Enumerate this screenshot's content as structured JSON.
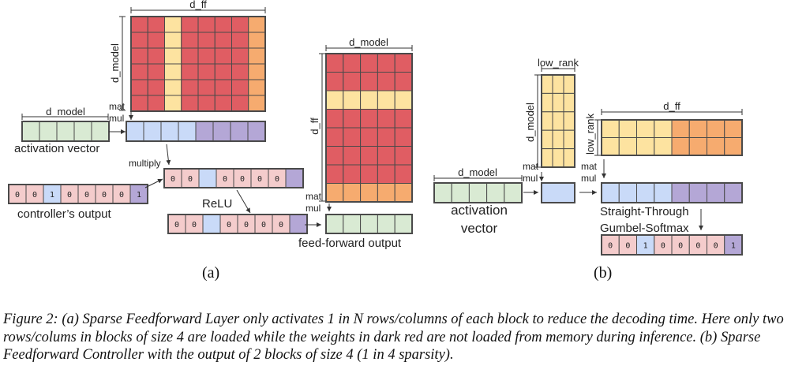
{
  "labels": {
    "a_top_d_ff": "d_ff",
    "a_top_d_model": "d_model",
    "a_act_d_model": "d_model",
    "a_matmul1_a": "mat",
    "a_matmul1_b": "mul",
    "a_activation": "activation vector",
    "a_multiply": "multiply",
    "a_controller": "controller’s output",
    "a_relu": "ReLU",
    "a_right_d_model": "d_model",
    "a_right_d_ff": "d_ff",
    "a_matmul2_a": "mat",
    "a_matmul2_b": "mul",
    "a_ff_output": "feed-forward output",
    "b_low_rank_top": "low_rank",
    "b_d_model_vert": "d_model",
    "b_act_d_model": "d_model",
    "b_act_line1": "activation",
    "b_act_line2": "vector",
    "b_matmul1_a": "mat",
    "b_matmul1_b": "mul",
    "b_d_ff": "d_ff",
    "b_low_rank_vert": "low_rank",
    "b_matmul2_a": "mat",
    "b_matmul2_b": "mul",
    "b_stgs_line1": "Straight-Through",
    "b_stgs_line2": "Gumbel-Softmax",
    "panel_a": "(a)",
    "panel_b": "(b)"
  },
  "vectors": {
    "a_multiply_values": [
      "0",
      "0",
      "",
      "0",
      "0",
      "0",
      "0",
      ""
    ],
    "a_controller_values": [
      "0",
      "0",
      "1",
      "0",
      "0",
      "0",
      "0",
      "1"
    ],
    "a_relu_values": [
      "0",
      "0",
      "",
      "0",
      "0",
      "0",
      "0",
      ""
    ],
    "b_output_values": [
      "0",
      "0",
      "1",
      "0",
      "0",
      "0",
      "0",
      "1"
    ]
  },
  "caption": "Figure 2: (a) Sparse Feedforward Layer only activates 1 in N rows/columns of each block to reduce the decoding time. Here only two rows/colums in blocks of size 4 are loaded while the weights in dark red are not loaded from memory during inference. (b) Sparse Feedforward Controller with the output of 2 blocks of size 4 (1 in 4 sparsity).",
  "colors": {
    "red": "#e05d63",
    "yellow": "#fde3a0",
    "orange": "#f6ab6f",
    "green": "#d9ead3",
    "blue": "#c9daf8",
    "purple": "#b4a7d6",
    "pink": "#f4cccc",
    "grid": "#4a4a4a"
  }
}
